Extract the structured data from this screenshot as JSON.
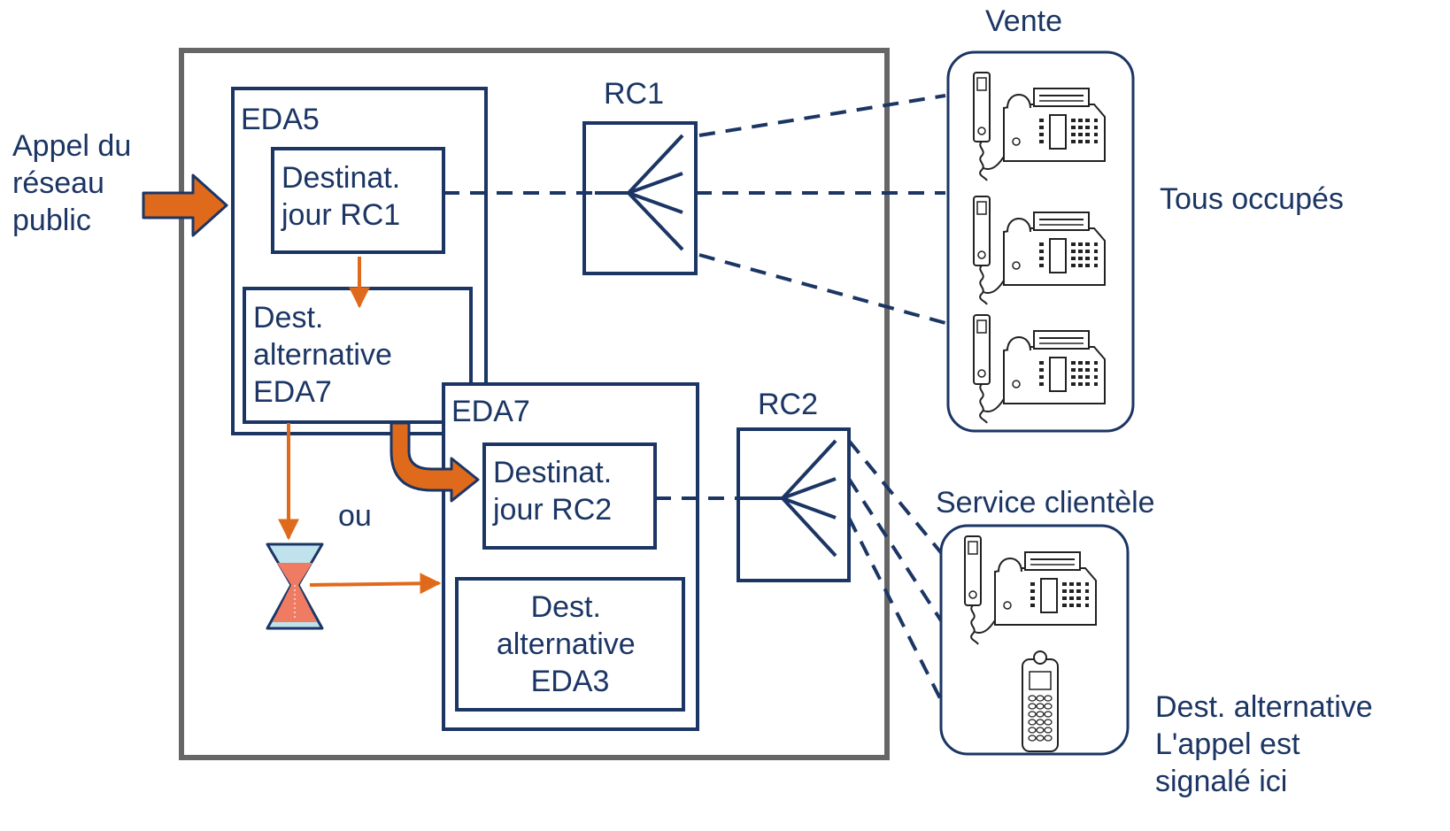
{
  "labels": {
    "incoming": [
      "Appel du",
      "réseau",
      "public"
    ],
    "eda5_title": "EDA5",
    "eda5_dest": [
      "Destinat.",
      "jour RC1"
    ],
    "eda5_alt": [
      "Dest.",
      "alternative",
      "EDA7"
    ],
    "eda7_title": "EDA7",
    "eda7_dest": [
      "Destinat.",
      "jour RC2"
    ],
    "eda7_alt": [
      "Dest.",
      "alternative",
      "EDA3"
    ],
    "or": "ou",
    "rc1": "RC1",
    "rc2": "RC2",
    "sales": "Vente",
    "all_busy": "Tous occupés",
    "customer_service": "Service clientèle",
    "alt_dest_note": [
      "Dest. alternative",
      "L'appel est",
      "signalé ici"
    ]
  },
  "colors": {
    "navy": "#1b3564",
    "orange": "#e06a1c",
    "frame": "#666666",
    "hourglass_glass": "#bfe2ec",
    "hourglass_sand": "#f07b63"
  },
  "icons": {
    "desk_phone": "desk-phone-icon",
    "handset": "handset-icon",
    "hourglass": "hourglass-icon"
  }
}
